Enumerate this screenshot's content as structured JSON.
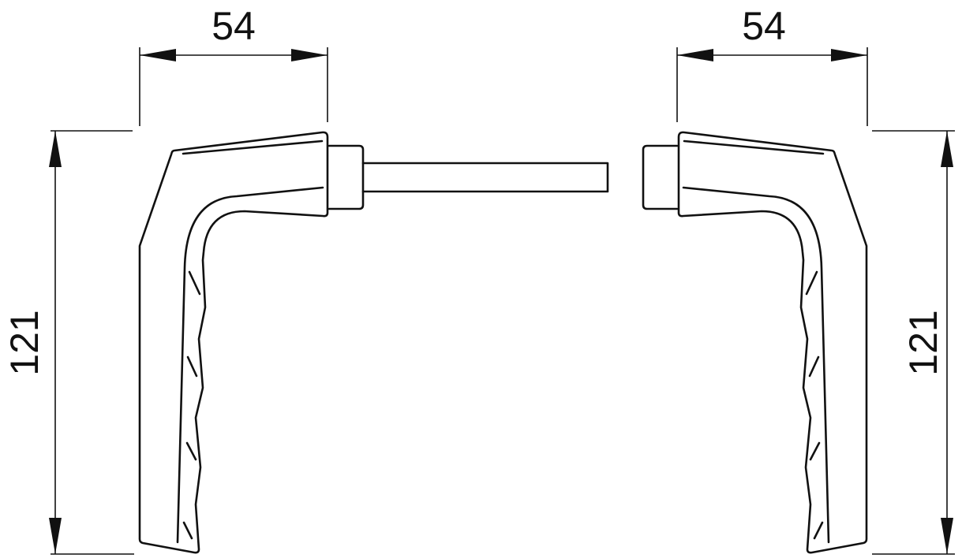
{
  "drawing": {
    "left_handle": {
      "width_label": "54",
      "height_label": "121"
    },
    "right_handle": {
      "width_label": "54",
      "height_label": "121"
    }
  },
  "colors": {
    "line": "#111111",
    "background": "#ffffff"
  }
}
